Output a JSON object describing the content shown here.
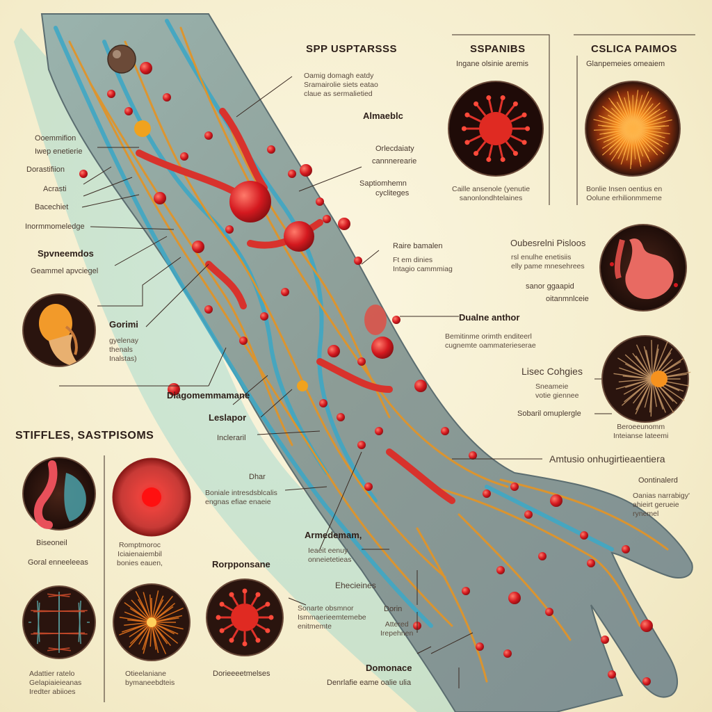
{
  "labels": {
    "top_header": "SPP USPTARSSS",
    "top_desc": "Oamig domagh eatdy\nSramairolie siets eatao\nclaue as sermalietied",
    "left_1": "Ooemmifion",
    "left_1b": "Iwep enetierie",
    "left_2": "Dorastifiion",
    "left_3": "Acrasti",
    "left_4": "Bacechiet",
    "left_5": "Inormmomeledge",
    "left_sub": "Spvneemdos",
    "left_sub_b": "Geammel apvciegel",
    "head_label": "Gorimi",
    "head_desc": "gyelenay\nthenals\nInalstas)",
    "diag_label": "Diagomemmamane",
    "left_sec_title": "STIFFLES, SASTPISOMS",
    "lesl": "Leslapor",
    "incl": "Incleraril",
    "dhar": "Dhar",
    "dhar_desc": "Boniale intresdsblcalis\nengnas efiae enaeie",
    "sm1": "Biseoneil",
    "sm1b": "Goral enneeleeas",
    "sm2": "Romptmoroc\nIciaienaiembil\nbonies eauen,",
    "sm3": "Adattier ratelo\nGelapiaieieanas\nIredter abiioes",
    "sm4": "Otieelaniane\nbymaneebdteis",
    "sm5": "Dorieeeetmelses",
    "roporsane": "Rorpponsane",
    "rop_desc": "Sonarte obsmnor\nIsmmaerieemtemebe\nenitmemte",
    "almaeblc": "Almaeblc",
    "orlec": "Orlecdaiaty",
    "orlec_b": "cannnerearie",
    "sapt": "Saptiomhemn",
    "sapt_b": "cycliteges",
    "raire": "Raire bamalen",
    "raire_desc": "Ft em dinies\nIntagio cammmiag",
    "dualne": "Dualne anthor",
    "dualne_desc": "Bemitinme orimth enditeerl\ncugnemte oammaterieserae",
    "amtusio": "Amtusio onhugirtieaentiera",
    "ontb": "Oontinalerd",
    "ontb_desc": "Oanias narrabigy'\nahieirt gerueie\nrynemel",
    "armed": "Armedemam,",
    "armed_desc": "Ieaeit eenuy\nonneietetieas",
    "ehec": "Ehecieines",
    "dorin": "Dorin",
    "atterl": "Attered\nIrepehnen",
    "domonace": "Domonace",
    "domon_desc": "Denrlafie eame oalie ulia",
    "sspanibs": "SSPANIBS",
    "ss_sub": "Ingane olsinie aremis",
    "ss_desc": "Caille ansenole (yenutie\nsanonlondhtelaines",
    "cs": "CSLICA PAIMOS",
    "cs_sub": "Glanpemeies omeaiem",
    "cs_desc": "Bonlie Insen oentius en\nOolune erhilionmmeme",
    "oxca": "Oubesrelni Pisloos",
    "oxca_desc": "rsl enulhe enetisiis\nelly pame mnesehrees",
    "senor": "sanor ggaapid",
    "senor_b": "oitanmnlceie",
    "lisec": "Lisec Cohgies",
    "lisec_desc": "Sneameie\nvotie giennee",
    "sobar": "Sobaril omuplergle",
    "bere": "Beroeeunomm\nInteianse lateemi"
  },
  "colors": {
    "background": "#f4ecca",
    "skin": "#8fa2a0",
    "vein_blue": "#3fa7c4",
    "nerve_orange": "#e0942a",
    "lesion_red": "#d7262a",
    "circle_bg": "#2a1410",
    "text": "#3a2a22"
  }
}
